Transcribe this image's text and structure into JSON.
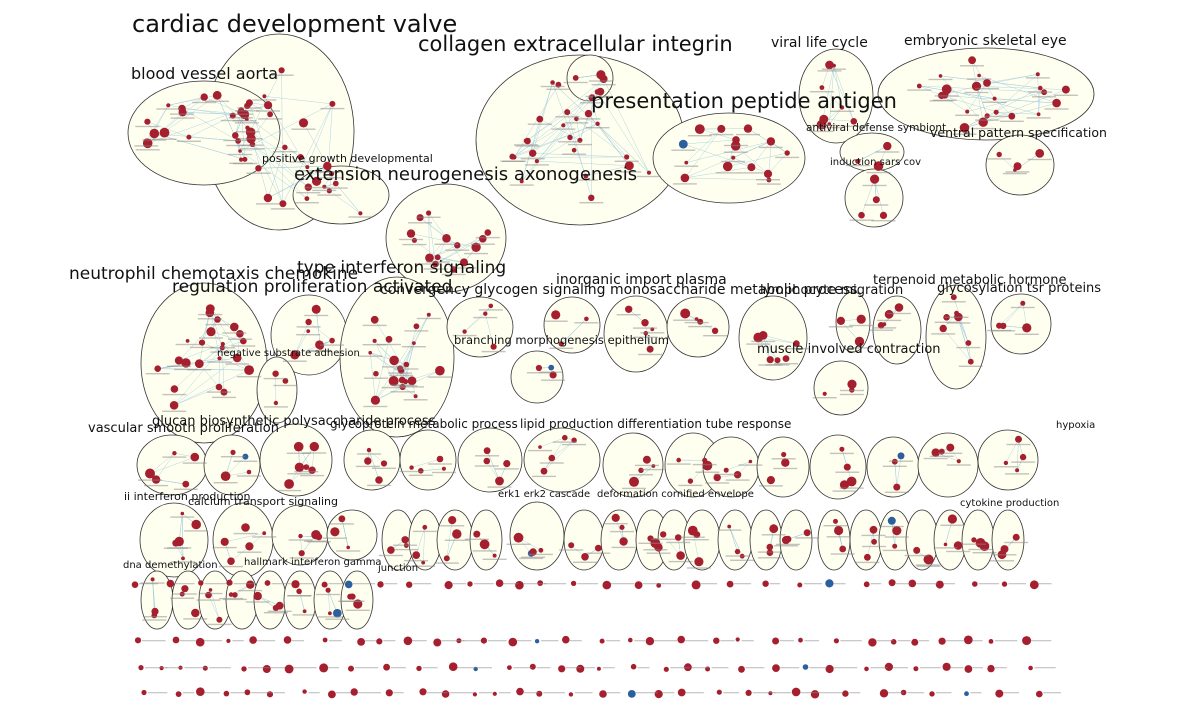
{
  "colors": {
    "cluster_fill": "#fffff0",
    "cluster_stroke": "#333333",
    "node_red": "#a51f2e",
    "node_blue": "#2b5f9e",
    "edge": "#9ec9dd"
  },
  "clusters": [
    {
      "label": "cardiac development valve"
    },
    {
      "label": "blood vessel aorta"
    },
    {
      "label": "positive growth developmental"
    },
    {
      "label": "extension neurogenesis axonogenesis"
    },
    {
      "label": "collagen extracellular integrin"
    },
    {
      "label": "presentation peptide antigen"
    },
    {
      "label": "viral life cycle"
    },
    {
      "label": "embryonic skeletal eye"
    },
    {
      "label": "antiviral defense symbiont"
    },
    {
      "label": "ventral pattern specification"
    },
    {
      "label": "induction sars cov"
    },
    {
      "label": "neutrophil chemotaxis chemokine"
    },
    {
      "label": "type interferon signaling"
    },
    {
      "label": "regulation proliferation activated"
    },
    {
      "label": "inorganic import plasma"
    },
    {
      "label": "terpenoid metabolic hormone"
    },
    {
      "label": "glycosylation tsr proteins"
    },
    {
      "label": "negative substrate adhesion"
    },
    {
      "label": "branching morphogenesis epithelium"
    },
    {
      "label": "muscle involved contraction"
    },
    {
      "label": "vascular smooth proliferation"
    },
    {
      "label": "ii interferon production"
    },
    {
      "label": "erk1 erk2 cascade"
    },
    {
      "label": "deformation cornified envelope"
    },
    {
      "label": "dna demethylation"
    },
    {
      "label": "hallmark interferon gamma"
    }
  ],
  "overlapping_labels": [
    {
      "text": "convergency glycogen signaling monosaccharide metabolic process"
    },
    {
      "text": "lymphocyte migration"
    },
    {
      "text": "glucan biosynthetic polysaccharide process"
    },
    {
      "text": "glycoprotein metabolic process"
    },
    {
      "text": "lipid production differentiation tube response"
    },
    {
      "text": "hypoxia"
    },
    {
      "text": "calcium transport signaling"
    },
    {
      "text": "cytokine production"
    },
    {
      "text": "junction"
    }
  ]
}
